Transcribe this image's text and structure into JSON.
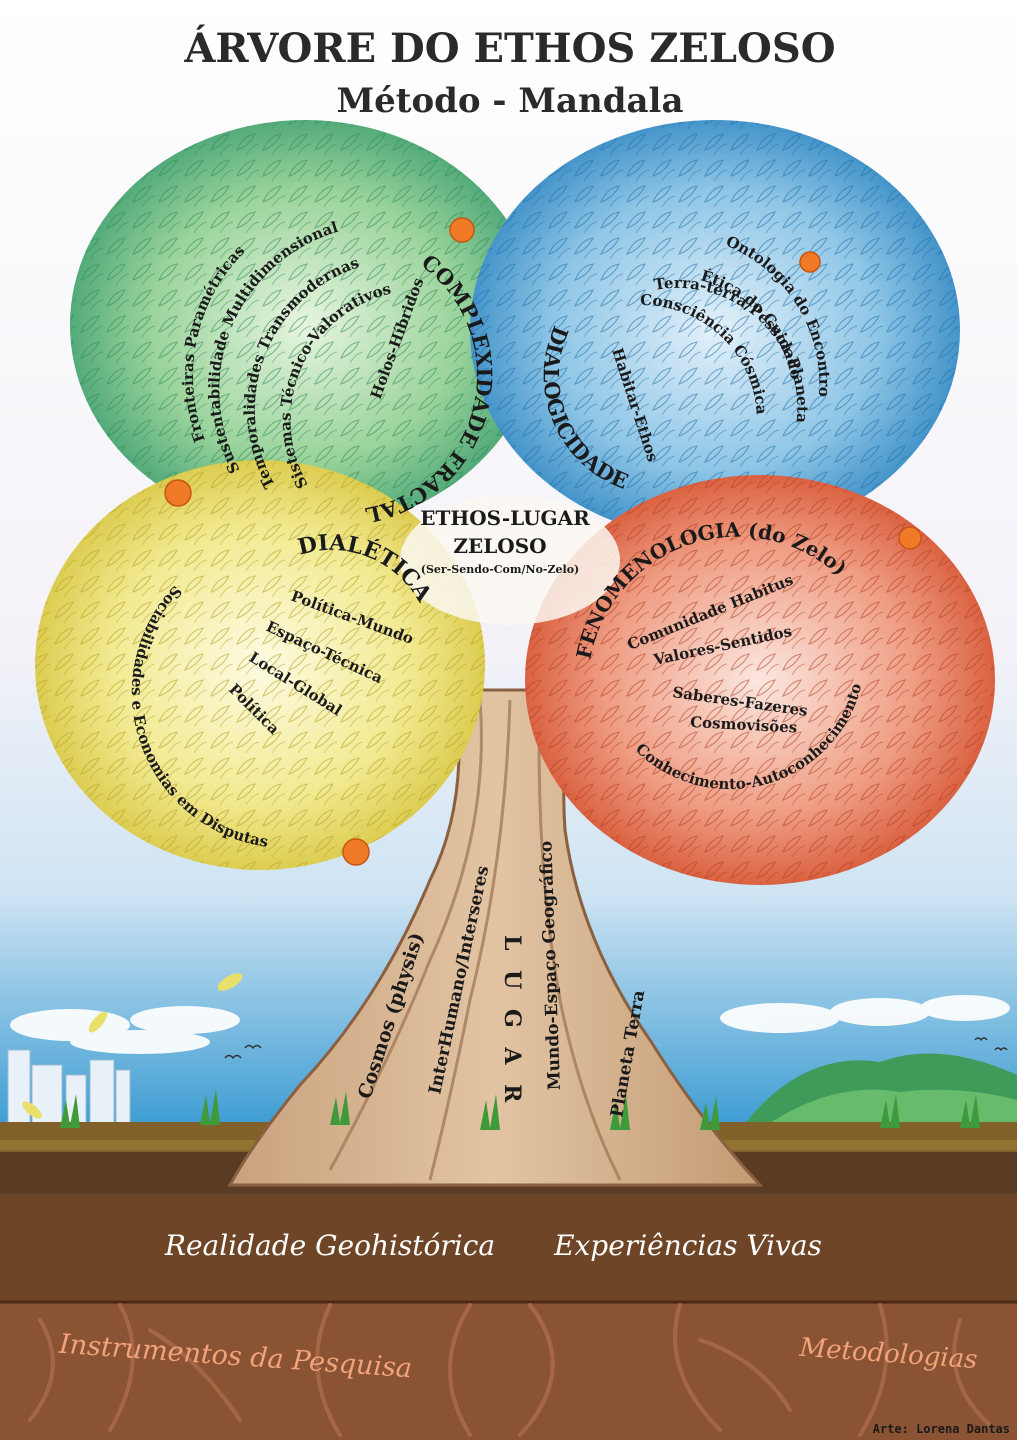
{
  "title": "ÁRVORE DO ETHOS ZELOSO",
  "subtitle": "Método - Mandala",
  "center": {
    "line1": "ETHOS-LUGAR",
    "line2": "ZELOSO",
    "line3": "(Ser-Sendo-Com/No-Zelo)"
  },
  "quadrants": {
    "green": {
      "heading": "COMPLEXIDADE FRACTAL",
      "color": "#6fbf73",
      "items": [
        "Fronteiras Paramétricas",
        "Sustentabilidade Multidimensional",
        "Temporalidades Transmodernas",
        "Sistemas Técnico-Valorativos",
        "Holos-Híbridos"
      ]
    },
    "blue": {
      "heading": "DIALOGICIDADE",
      "color": "#5aa9d6",
      "items": [
        "Ontologia do Encontro",
        "Ética do Cuidado",
        "Terra-terra/Pessoa-Planeta",
        "Consciência Cósmica",
        "Habitar-Ethos"
      ]
    },
    "yellow": {
      "heading": "DIALÉTICA",
      "color": "#e8e06a",
      "items": [
        "Política-Mundo",
        "Espaço-Técnica",
        "Local-Global",
        "Política",
        "Sociabilidades e Economias em Disputas"
      ]
    },
    "red": {
      "heading": "FENOMENOLOGIA (do Zelo)",
      "color": "#e0704c",
      "items": [
        "Comunidade Habitus",
        "Valores-Sentidos",
        "Saberes-Fazeres",
        "Cosmovisões",
        "Conhecimento-Autoconhecimento"
      ]
    }
  },
  "trunk": {
    "left1": "Cosmos (physis)",
    "left2": "InterHumano/Interseres",
    "center": "L U G A R",
    "right1": "Mundo-Espaço Geográfico",
    "right2": "Planeta Terra"
  },
  "soil": {
    "left": "Realidade Geohistórica",
    "right": "Experiências Vivas"
  },
  "roots": {
    "left": "Instrumentos da Pesquisa",
    "right": "Metodologias"
  },
  "credit": "Arte: Lorena Dantas"
}
